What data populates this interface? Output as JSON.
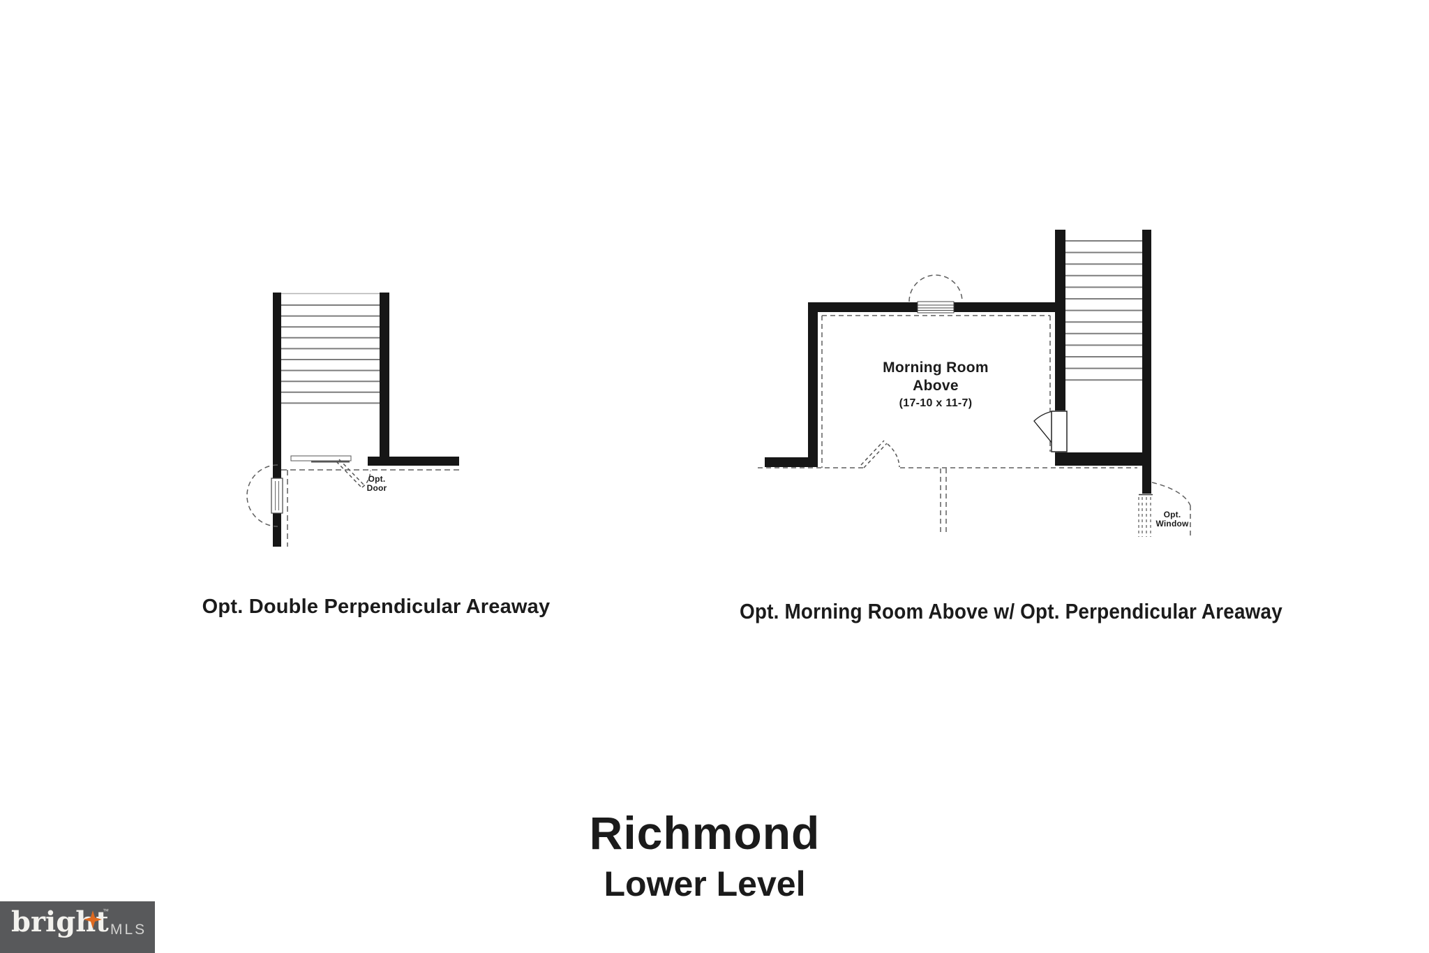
{
  "colors": {
    "wall": "#161616",
    "dashed_line": "#5f5f5f",
    "stair_tread": "#7d7d7d",
    "logo_background": "#58595b",
    "logo_star": "#e06a1f"
  },
  "left_diagram": {
    "caption": "Opt. Double Perpendicular Areaway",
    "door_label": [
      "Opt.",
      "Door"
    ]
  },
  "right_diagram": {
    "caption": "Opt. Morning Room Above w/ Opt. Perpendicular Areaway",
    "room_label": [
      "Morning Room",
      "Above"
    ],
    "room_dimensions": "(17-10 x 11-7)",
    "window_label": [
      "Opt.",
      "Window"
    ]
  },
  "title": {
    "plan_name": "Richmond",
    "level_name": "Lower Level"
  },
  "logo": {
    "brand": "bright",
    "trademark": "™",
    "mls": "MLS"
  }
}
